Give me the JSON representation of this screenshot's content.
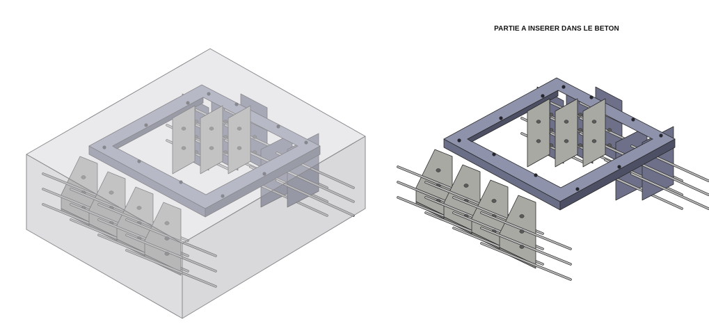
{
  "caption": "PARTIE A INSERER DANS LE BETON",
  "colors": {
    "concrete_top": "#d9d9de",
    "concrete_left": "#c3c3c8",
    "concrete_right": "#b9b9be",
    "frame_top": "#8e92ab",
    "frame_side": "#6a6e86",
    "frame_dark": "#4d5064",
    "plate": "#a9a9a4",
    "plate_dark": "#8a8a86",
    "back_plate": "#6d7088",
    "bar": "#b8b8b8",
    "bar_dark": "#7a7a7a",
    "edge": "#2a2a2a"
  },
  "views": [
    {
      "id": "embedded-in-concrete",
      "concrete": true
    },
    {
      "id": "insert-only",
      "concrete": false
    }
  ]
}
